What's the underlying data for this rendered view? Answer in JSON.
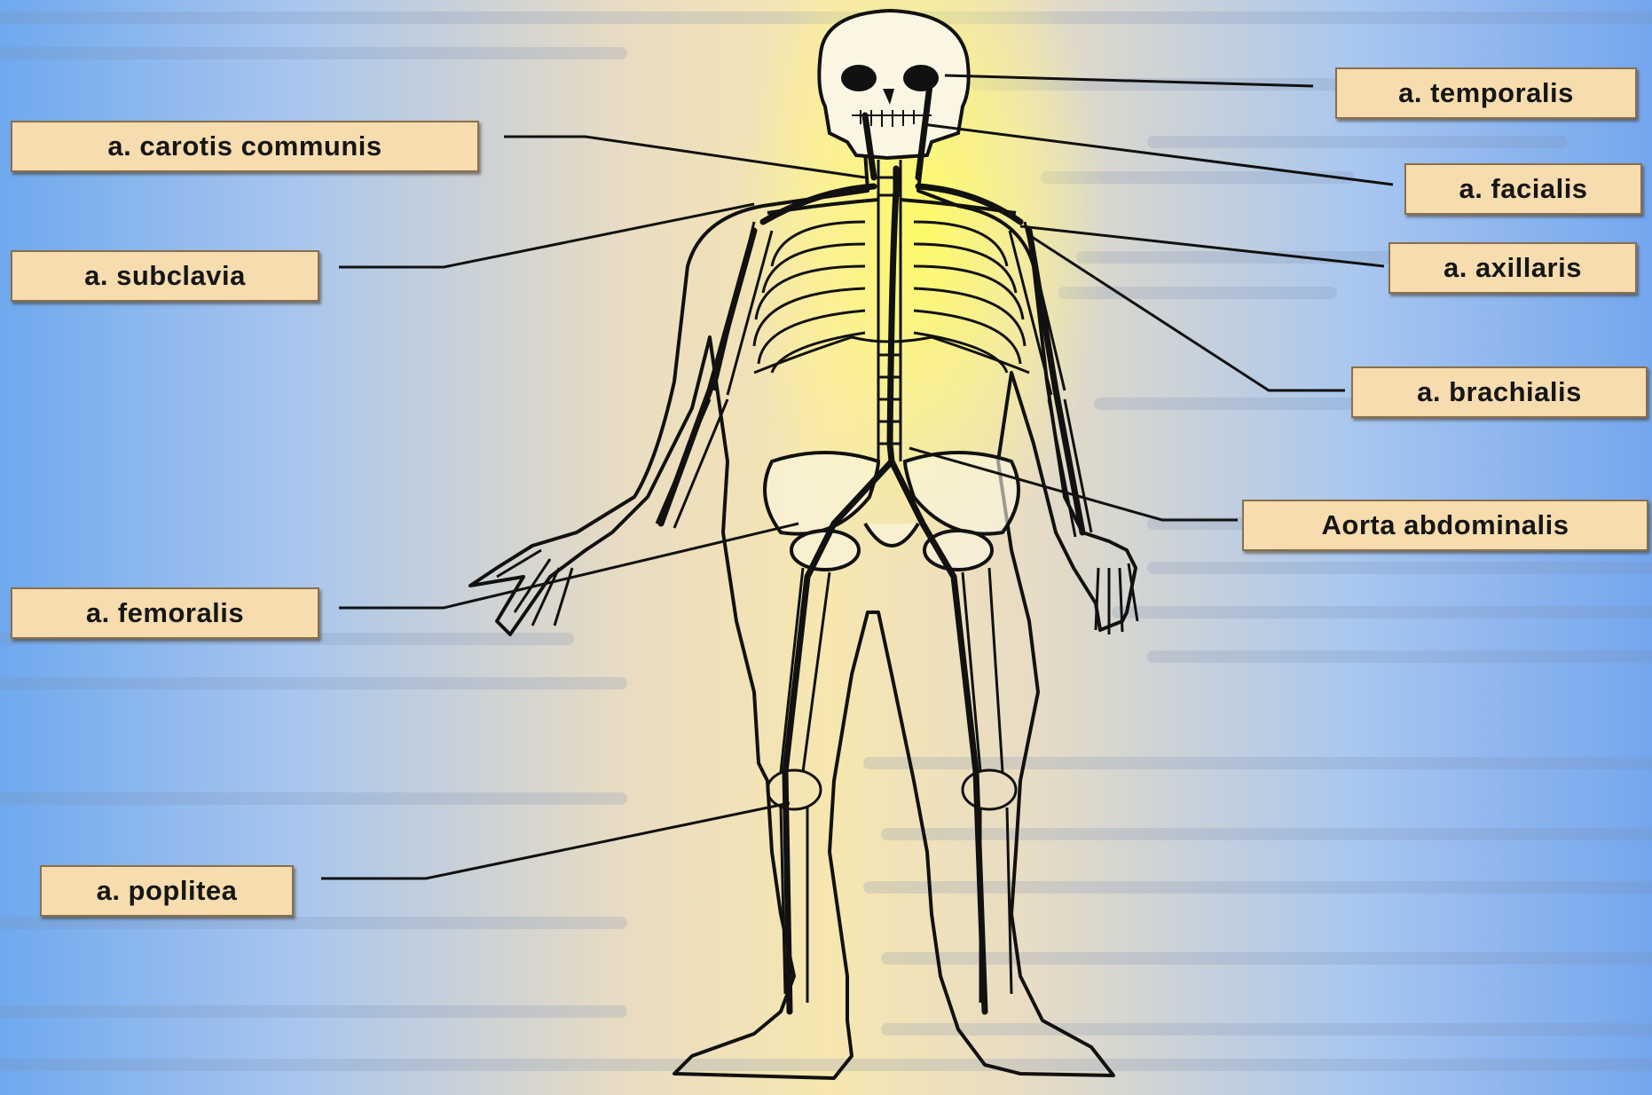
{
  "labels": {
    "temporalis": "a. temporalis",
    "carotis": "a. carotis communis",
    "facialis": "a. facialis",
    "subclavia": "a. subclavia",
    "axillaris": "a. axillaris",
    "brachialis": "a. brachialis",
    "aorta": "Aorta abdominalis",
    "femoralis": "a. femoralis",
    "poplitea": "a. poplitea"
  },
  "colors": {
    "label_fill": "#f6dcae",
    "label_border": "#8a6f4a",
    "artery": "#111111",
    "highlight": "#ffff5a"
  }
}
